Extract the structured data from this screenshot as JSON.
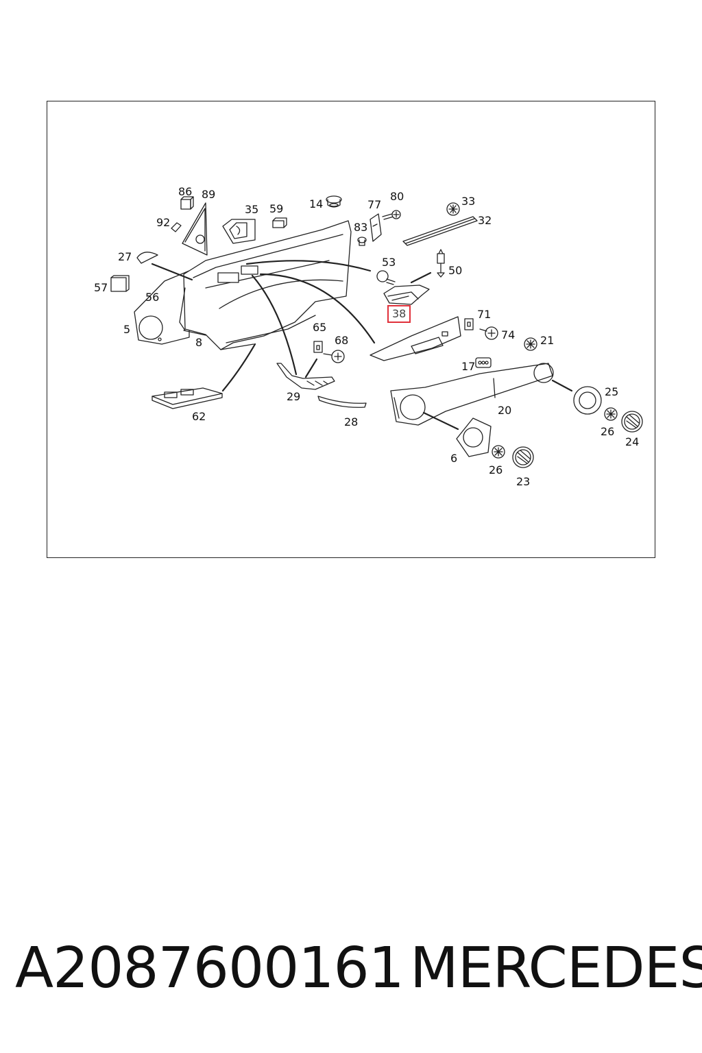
{
  "callouts": [
    {
      "id": "86",
      "text": "86"
    },
    {
      "id": "89",
      "text": "89"
    },
    {
      "id": "35",
      "text": "35"
    },
    {
      "id": "59",
      "text": "59"
    },
    {
      "id": "14",
      "text": "14"
    },
    {
      "id": "77",
      "text": "77"
    },
    {
      "id": "80",
      "text": "80"
    },
    {
      "id": "33",
      "text": "33"
    },
    {
      "id": "92",
      "text": "92"
    },
    {
      "id": "83",
      "text": "83"
    },
    {
      "id": "32",
      "text": "32"
    },
    {
      "id": "27",
      "text": "27"
    },
    {
      "id": "53",
      "text": "53"
    },
    {
      "id": "50",
      "text": "50"
    },
    {
      "id": "57",
      "text": "57"
    },
    {
      "id": "56",
      "text": "56"
    },
    {
      "id": "38",
      "text": "38"
    },
    {
      "id": "71",
      "text": "71"
    },
    {
      "id": "5",
      "text": "5"
    },
    {
      "id": "8",
      "text": "8"
    },
    {
      "id": "65",
      "text": "65"
    },
    {
      "id": "74",
      "text": "74"
    },
    {
      "id": "21",
      "text": "21"
    },
    {
      "id": "68",
      "text": "68"
    },
    {
      "id": "17",
      "text": "17"
    },
    {
      "id": "29",
      "text": "29"
    },
    {
      "id": "62",
      "text": "62"
    },
    {
      "id": "20",
      "text": "20"
    },
    {
      "id": "25",
      "text": "25"
    },
    {
      "id": "28",
      "text": "28"
    },
    {
      "id": "26a",
      "text": "26"
    },
    {
      "id": "24",
      "text": "24"
    },
    {
      "id": "6",
      "text": "6"
    },
    {
      "id": "26b",
      "text": "26"
    },
    {
      "id": "23",
      "text": "23"
    }
  ],
  "highlight": {
    "part": "38",
    "color": "#e0303a"
  },
  "footer": {
    "part_number": "A2087600161",
    "brand": "MERCEDES"
  }
}
